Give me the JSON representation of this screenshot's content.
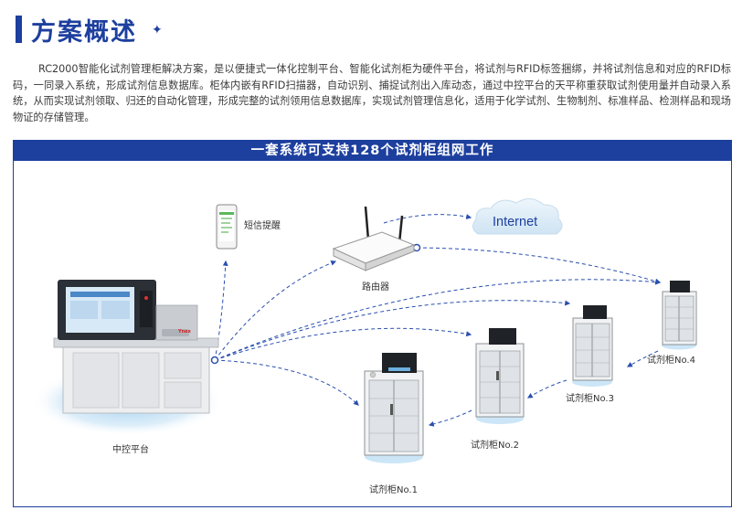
{
  "header": {
    "title": "方案概述",
    "star": "✦"
  },
  "intro": {
    "text": "RC2000智能化试剂管理柜解决方案，是以便捷式一体化控制平台、智能化试剂柜为硬件平台，将试剂与RFID标签捆绑，并将试剂信息和对应的RFID标码，一同录入系统，形成试剂信息数据库。柜体内嵌有RFID扫描器，自动识别、捕捉试剂出入库动态，通过中控平台的天平称重获取试剂使用量并自动录入系统，从而实现试剂领取、归还的自动化管理，形成完整的试剂领用信息数据库，实现试剂管理信息化，适用于化学试剂、生物制剂、标准样品、检测样品和现场物证的存储管理。"
  },
  "diagram": {
    "banner": "一套系统可支持128个试剂柜组网工作",
    "nodes": {
      "phone_label": "短信提醒",
      "router_label": "路由器",
      "internet_label": "Internet",
      "control_label": "中控平台",
      "cabinet1_label": "试剂柜No.1",
      "cabinet2_label": "试剂柜No.2",
      "cabinet3_label": "试剂柜No.3",
      "cabinet4_label": "试剂柜No.4"
    },
    "colors": {
      "brand_blue": "#1d3f9e",
      "connector_blue": "#2a4fb0",
      "cloud_fill": "#dbeaf5"
    }
  }
}
